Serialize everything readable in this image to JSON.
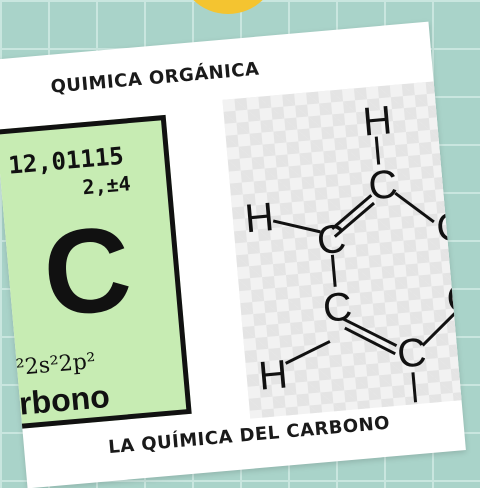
{
  "header": {
    "title": "QUIMICA ORGÁNICA"
  },
  "element": {
    "mass": "12,01115",
    "oxidation": "2,±4",
    "symbol": "C",
    "config": "²2s²2p²",
    "name": "rbono"
  },
  "molecule": {
    "atoms": {
      "carbon": "C",
      "hydrogen": "H"
    }
  },
  "footer": {
    "title": "LA QUÍMICA DEL CARBONO"
  },
  "colors": {
    "background": "#a9d3c9",
    "element_box": "#c7ecb3",
    "accent": "#f4c430"
  }
}
